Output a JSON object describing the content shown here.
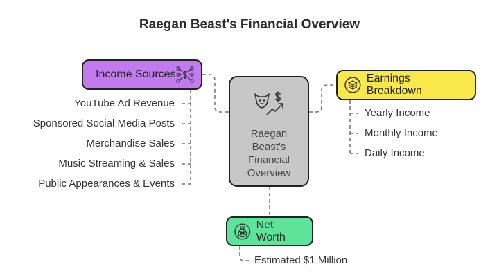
{
  "title": "Raegan Beast's Financial Overview",
  "center": {
    "label": "Raegan Beast's Financial Overview",
    "icon": "bull-dollar-chart-icon"
  },
  "income_sources": {
    "label": "Income Sources",
    "icon": "network-dollar-icon",
    "color": "#c27bef",
    "items": [
      "YouTube Ad Revenue",
      "Sponsored Social Media Posts",
      "Merchandise Sales",
      "Music Streaming & Sales",
      "Public Appearances & Events"
    ]
  },
  "earnings_breakdown": {
    "label": "Earnings Breakdown",
    "icon": "layers-icon",
    "color": "#f9e84a",
    "items": [
      "Yearly Income",
      "Monthly Income",
      "Daily Income"
    ]
  },
  "net_worth": {
    "label": "Net Worth",
    "icon": "money-bag-icon",
    "color": "#5ee39a",
    "items": [
      "Estimated $1 Million"
    ]
  }
}
